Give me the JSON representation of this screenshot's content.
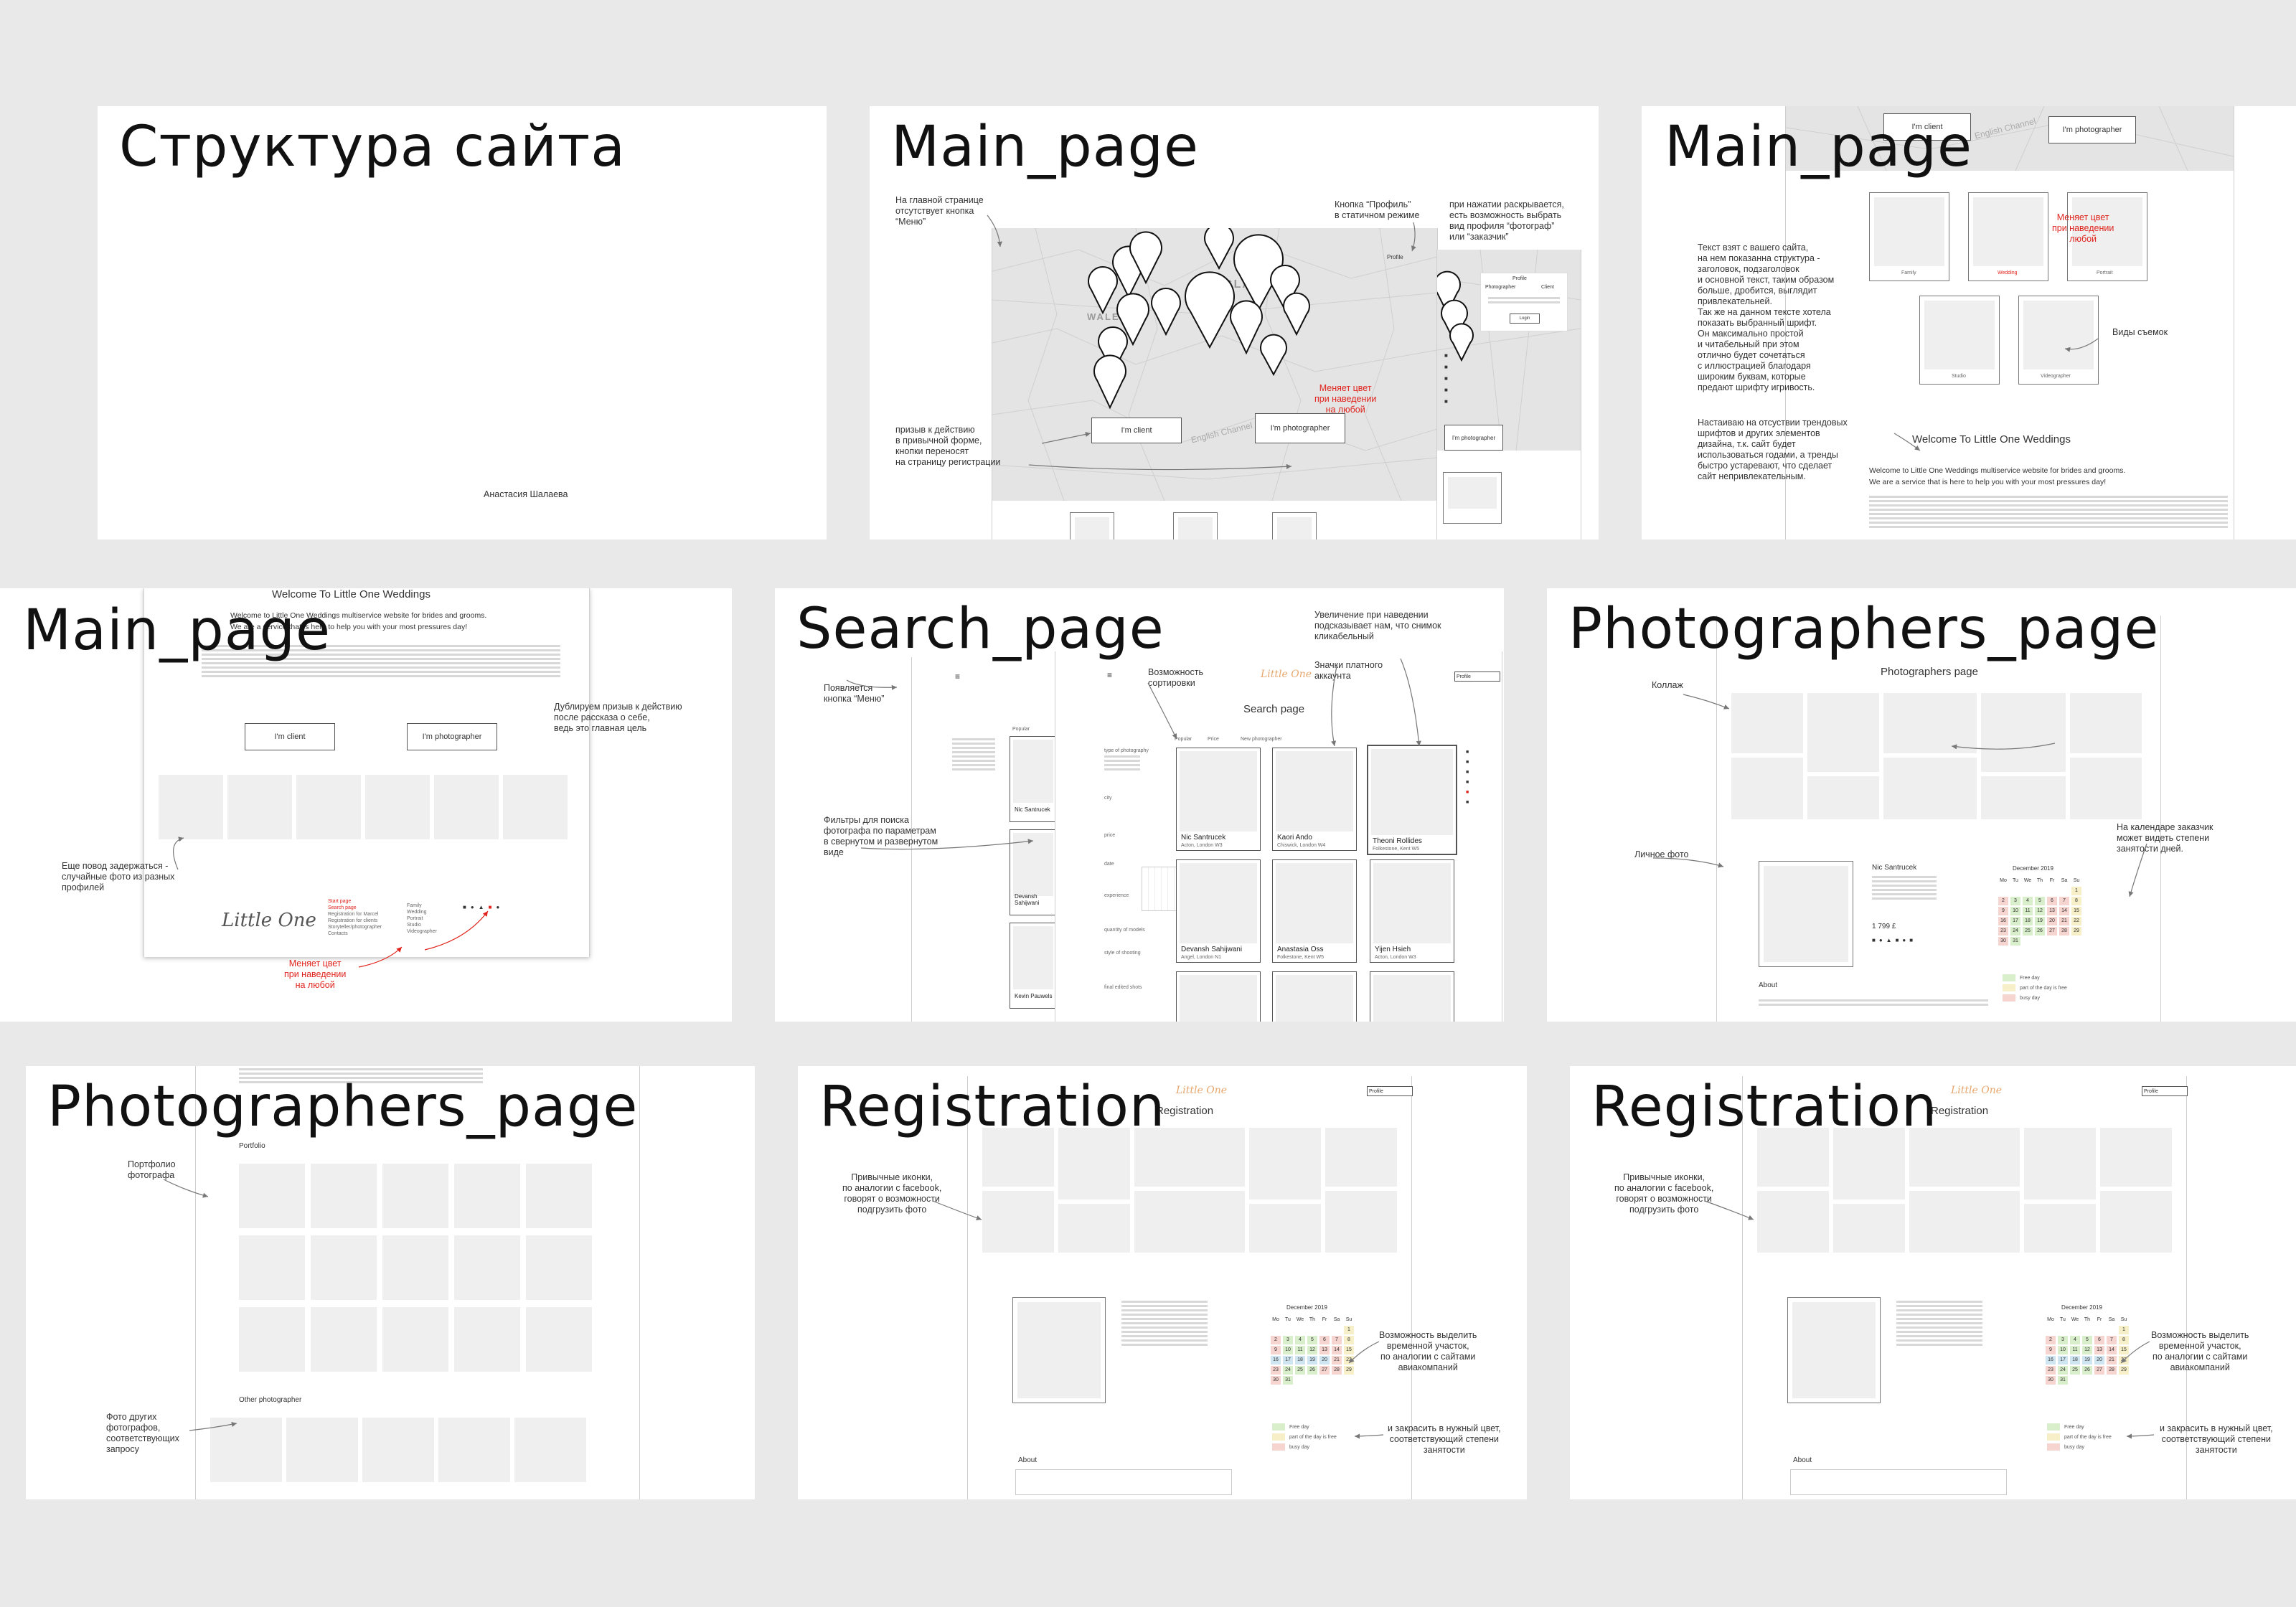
{
  "slide1": {
    "title": "Структура сайта",
    "author": "Анастасия Шалаева"
  },
  "slide2": {
    "title": "Main_page",
    "note_menu": "На главной странице\nотсутствует кнопка\n“Меню”",
    "note_profile": "Кнопка “Профиль”\nв статичном режиме",
    "note_expand": "при нажатии раскрывается,\nесть возможность выбрать\nвид профиля “фотограф”\nили “заказчик”",
    "note_cta": "призыв к действию\nв привычной форме,\nкнопки переносят\nна страницу регистрации",
    "note_hover": "Меняет цвет\nпри наведении\nна любой",
    "btn_client": "I'm client",
    "btn_photographer": "I'm photographer",
    "map_england": "ENGLAND",
    "map_wales": "WALES",
    "map_channel": "English Channel",
    "profile_btn": "Profile",
    "dropdown": [
      "Photographer",
      "Client"
    ],
    "login": "Login"
  },
  "slide3": {
    "title": "Main_page",
    "btn_client": "I'm client",
    "btn_photographer": "I'm photographer",
    "map_channel": "English Channel",
    "note_hover": "Меняет цвет\nпри наведении\nлюбой",
    "note_text": "Текст взят с вашего сайта,\nна нем показанна структура -\nзаголовок, подзаголовок\nи основной текст, таким образом\nбольше, дробится, выглядит\nпривлекательней.\nТак же на данном тексте хотела\nпоказать выбранный шрифт.\nОн максимально простой\nи читабельный при этом\nотлично будет сочетаться\nс иллюстрацией благодаря\nшироким буквам, которые\nпредают шрифту игривость.",
    "note_trend": "Настаиваю на отсуствии трендовых\nшрифтов и других элементов\nдизайна, т.к. сайт будет\nиспользоваться годами, а тренды\nбыстро устаревают, что сделает\nсайт непривлекательным.",
    "note_kinds": "Виды съемок",
    "kinds": [
      "Family",
      "Wedding",
      "Portrait",
      "Studio",
      "Videographer"
    ],
    "welcome": "Welcome To Little One Weddings",
    "subtitle": "Welcome to Little One Weddings multiservice website for brides and grooms.\nWe are a service that is here to help you with your most pressures day!"
  },
  "slide4": {
    "title": "Main_page",
    "welcome": "Welcome To Little One Weddings",
    "subtitle": "Welcome to Little One Weddings multiservice website for brides and grooms.\nWe are a service that is here to help you with your most pressures day!",
    "btn_client": "I'm client",
    "btn_photographer": "I'm photographer",
    "note_dup": "Дублируем призыв к действию\nпосле рассказа о себе,\nведь это главная цель",
    "note_random": "Еще повод задержаться -\nслучайные фото из разных\nпрофилей",
    "note_hover": "Меняет цвет\nпри наведении\nна любой",
    "footer_col1": [
      "Start page",
      "Search page",
      "Registration for Marcel",
      "Registration for clients",
      "Storyteller/photographer",
      "Contacts"
    ],
    "footer_col2": [
      "Family",
      "Wedding",
      "Portrait",
      "Studio",
      "Videographer"
    ]
  },
  "slide5": {
    "title": "Search_page",
    "note_menu": "Появляется\nкнопка “Меню”",
    "note_sort": "Возможность\nсортировки",
    "note_paid": "Значки платного\nаккаунта",
    "note_zoom": "Увеличение при наведении\nподсказывает нам, что снимок\nкликабельный",
    "note_filters": "Фильтры для поиска\nфотографа по параметрам\nв свернутом и развернутом\nвиде",
    "heading": "Search page",
    "profile_btn": "Profile",
    "sort": [
      "Popular",
      "Price",
      "New photographer"
    ],
    "filters": [
      "type of photography",
      "city",
      "price",
      "date",
      "experience",
      "quantity of models",
      "style of shooting",
      "final edited shots"
    ],
    "cards": [
      {
        "name": "Nic Santrucek",
        "loc": "Acton, London W3"
      },
      {
        "name": "Kaori Ando",
        "loc": "Chiswick, London W4"
      },
      {
        "name": "Theoni Rollides",
        "loc": "Folkestone, Kent W5"
      },
      {
        "name": "Devansh Sahijwani",
        "loc": "Angel, London N1"
      },
      {
        "name": "Anastasia Oss",
        "loc": "Folkestone, Kent W5"
      },
      {
        "name": "Yijen Hsieh",
        "loc": "Acton, London W3"
      }
    ],
    "left_cards": [
      "Nic Santrucek",
      "Devansh Sahijwani",
      "Kevin Pauwels"
    ]
  },
  "slide6": {
    "title": "Photographers_page",
    "note_collage": "Коллаж",
    "note_photo": "Личное фото",
    "note_calendar": "На календаре заказчик\nможет видеть степени\nзанятости дней.",
    "heading": "Photographers page",
    "name": "Nic Santrucek",
    "price": "1 799 £",
    "month": "December 2019",
    "about": "About",
    "legend": [
      "Free day",
      "part of the day is free",
      "busy day"
    ]
  },
  "slide7": {
    "title": "Photographers_page",
    "portfolio": "Portfolio",
    "other": "Other photographer",
    "note_portfolio": "Портфолио\nфотографа",
    "note_other": "Фото других\nфотографов,\nсоответствующих\nзапросу"
  },
  "slide8": {
    "title": "Registration",
    "heading": "Registration",
    "profile_btn": "Profile",
    "note_icons": "Привычные иконки,\nпо аналогии с facebook,\nговорят о возможности\nподгрузить фото",
    "note_select": "Возможность выделить\nвременной участок,\nпо аналогии с сайтами\nавиакомпаний",
    "note_color": "и закрасить в нужный цвет,\nсоответствующий степени\nзанятости",
    "month": "December 2019",
    "about": "About",
    "legend": [
      "Free day",
      "part of the day is free",
      "busy day"
    ]
  },
  "slide9": {
    "title": "Registration",
    "heading": "Registration",
    "profile_btn": "Profile",
    "note_icons": "Привычные иконки,\nпо аналогии с facebook,\nговорят о возможности\nподгрузить фото",
    "note_select": "Возможность выделить\nвременной участок,\nпо аналогии с сайтами\nавиакомпаний",
    "note_color": "и закрасить в нужный цвет,\nсоответствующий степени\nзанятости",
    "month": "December 2019",
    "about": "About",
    "legend": [
      "Free day",
      "part of the day is free",
      "busy day"
    ]
  },
  "colors": {
    "accent_red": "#e0231c",
    "brand": "#e7a86f",
    "free": "#d9eecb",
    "partial": "#f6efc8",
    "busy": "#f6d4d0",
    "selected": "#cfe6f2"
  }
}
